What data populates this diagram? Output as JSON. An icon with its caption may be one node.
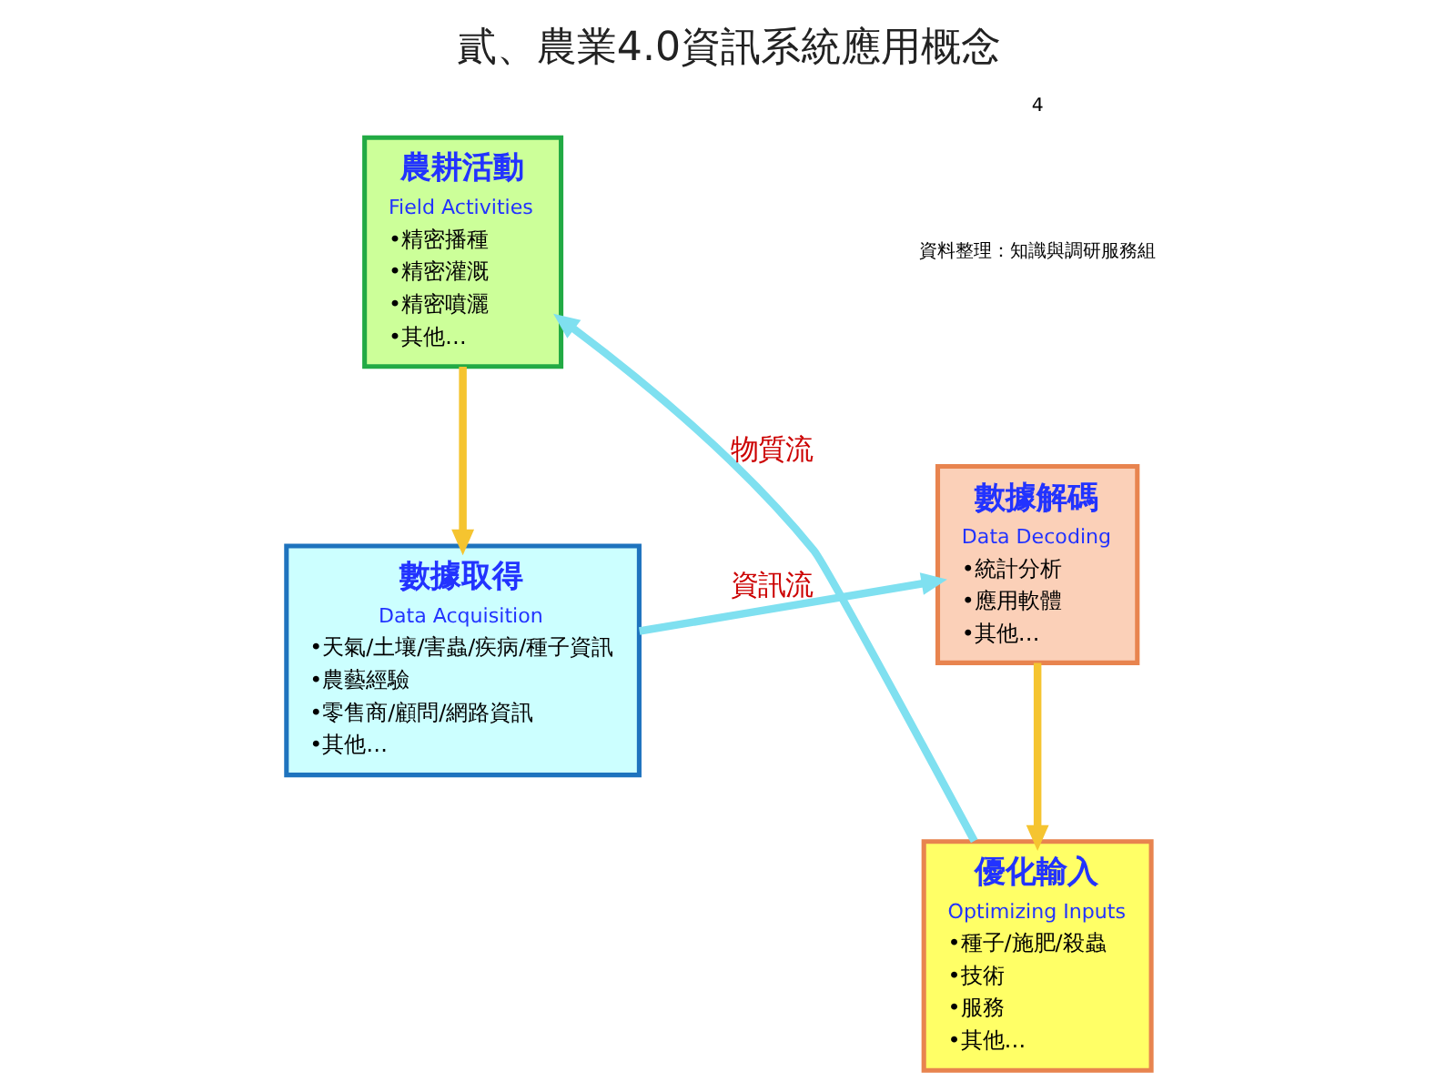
{
  "diagram": {
    "title": "貳、農業4.0資訊系統應用概念",
    "nodes": [
      {
        "text": [
          "數據取得",
          "Data Acquisition",
          "•天氣/土壤/害蟲/疾病/種子資訊",
          "•農藝經驗",
          "•零售商/顧問/網路資訊",
          "•其他…"
        ]
      },
      {
        "text": [
          "數據解碼",
          "Data Decoding",
          "•統計分析",
          "•應用軟體",
          "•其他…"
        ]
      },
      {
        "text": [
          "農耕活動",
          "Field Activities",
          "•精密播種",
          "•精密灌溉",
          "•精密噴灑",
          "•其他…"
        ]
      },
      {
        "text": [
          "優化輸入",
          "Optimizing Inputs",
          "•種子/施肥/殺蟲",
          "•技術",
          "•服務",
          "•其他…"
        ]
      }
    ],
    "edges": [
      {
        "from": 0,
        "to": 1,
        "arrow": "to",
        "label": "資訊流"
      },
      {
        "from": 1,
        "to": 3,
        "arrow": "to",
        "color": "#f5c430"
      },
      {
        "from": 3,
        "to": 2,
        "arrow": "to",
        "label": "物質流"
      },
      {
        "from": 2,
        "to": 0,
        "arrow": "to",
        "color": "#f5c430"
      }
    ],
    "labels": [
      "資料整理：知識與調研服務組",
      "4"
    ]
  }
}
